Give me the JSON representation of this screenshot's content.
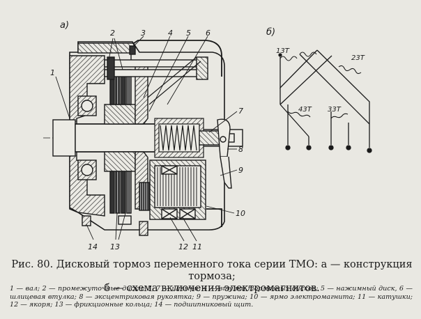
{
  "figure": {
    "panel_a_label": "а)",
    "panel_b_label": "б)",
    "part_numbers": {
      "n1": "1",
      "n2": "2",
      "n3": "3",
      "n4": "4",
      "n5": "5",
      "n6": "6",
      "n7": "7",
      "n8": "8",
      "n9": "9",
      "n10": "10",
      "n11": "11",
      "n12": "12",
      "n13": "13",
      "n14": "14"
    },
    "coils": {
      "c13": "13Т",
      "c23": "23Т",
      "c43": "43Т",
      "c33": "33Т"
    }
  },
  "caption": {
    "line1": "Рис. 80. Дисковый тормоз переменного тока серии ТМО: а — конструкция тормоза;",
    "line2": "б — схема включения электромагнитов."
  },
  "legend": {
    "text": "1 — вал; 2 — промежуточные диски; 3, 7 — штыри; 4 — втулки тормозных дисков; 5 — нажимный диск, 6 — шлицевая втулка; 8 — эксцентриковая рукоятка; 9 — пружина; 10 — ярмо электромагнита; 11 — катушки; 12 — якоря; 13 — фрикционные кольца; 14 — подшипниковый щит."
  },
  "colors": {
    "paper": "#e9e8e2",
    "ink": "#1a1a1a"
  }
}
